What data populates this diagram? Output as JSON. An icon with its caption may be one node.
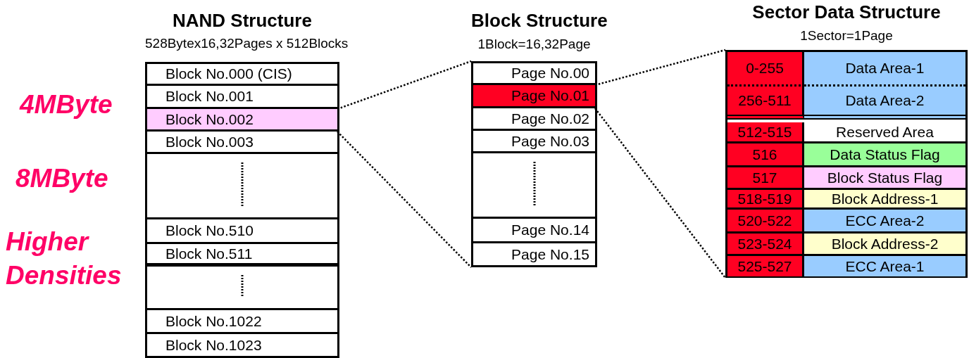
{
  "diagram": {
    "nodes": [
      {
        "text": [
          "NAND Structure",
          "528Bytex16,32Pages x 512Blocks"
        ]
      },
      {
        "text": [
          "Block No.000 (CIS)"
        ],
        "in": 0
      },
      {
        "text": [
          "Block No.001"
        ],
        "in": 0
      },
      {
        "text": [
          "Block No.002"
        ],
        "in": 0
      },
      {
        "text": [
          "Block No.003"
        ],
        "in": 0
      },
      {
        "text": [],
        "shape": "box",
        "in": 0
      },
      {
        "text": [
          "Block No.510"
        ],
        "in": 0
      },
      {
        "text": [
          "Block No.511"
        ],
        "in": 0
      },
      {
        "text": [],
        "shape": "box",
        "in": 0
      },
      {
        "text": [
          "Block No.1022"
        ],
        "in": 0
      },
      {
        "text": [
          "Block No.1023"
        ],
        "in": 0
      },
      {
        "text": [
          "Block Structure",
          "1Block=16,32Page"
        ]
      },
      {
        "text": [
          "Page No.00"
        ],
        "in": 11
      },
      {
        "text": [
          "Page No.01"
        ],
        "in": 11
      },
      {
        "text": [
          "Page No.02"
        ],
        "in": 11
      },
      {
        "text": [
          "Page No.03"
        ],
        "in": 11
      },
      {
        "text": [],
        "shape": "box",
        "in": 11
      },
      {
        "text": [
          "Page No.14"
        ],
        "in": 11
      },
      {
        "text": [
          "Page No.15"
        ],
        "in": 11
      },
      {
        "text": [
          "Sector Data Structure",
          "1Sector=1Page"
        ]
      },
      {
        "text": [
          "0-255"
        ],
        "in": 19
      },
      {
        "text": [
          "Data Area-1"
        ],
        "in": 19
      },
      {
        "text": [
          "256-511"
        ],
        "in": 19
      },
      {
        "text": [
          "Data Area-2"
        ],
        "in": 19
      },
      {
        "text": [
          "512-515"
        ],
        "in": 19
      },
      {
        "text": [
          "Reserved Area"
        ],
        "in": 19
      },
      {
        "text": [
          "516"
        ],
        "in": 19
      },
      {
        "text": [
          "Data Status Flag"
        ],
        "in": 19
      },
      {
        "text": [
          "517"
        ],
        "in": 19
      },
      {
        "text": [
          "Block Status Flag"
        ],
        "in": 19
      },
      {
        "text": [
          "518-519"
        ],
        "in": 19
      },
      {
        "text": [
          "Block Address-1"
        ],
        "in": 19
      },
      {
        "text": [
          "520-522"
        ],
        "in": 19
      },
      {
        "text": [
          "ECC Area-2"
        ],
        "in": 19
      },
      {
        "text": [
          "523-524"
        ],
        "in": 19
      },
      {
        "text": [
          "Block Address-2"
        ],
        "in": 19
      },
      {
        "text": [
          "525-527"
        ],
        "in": 19
      },
      {
        "text": [
          "ECC Area-1"
        ],
        "in": 19
      }
    ],
    "edges": [
      {
        "from": 3,
        "to": 11,
        "arrow": "none",
        "style": "dashed"
      },
      {
        "from": 3,
        "to": 11,
        "arrow": "none",
        "style": "dashed"
      },
      {
        "from": 13,
        "to": 19,
        "arrow": "none",
        "style": "dashed"
      },
      {
        "from": 13,
        "to": 19,
        "arrow": "none",
        "style": "dashed"
      }
    ],
    "labels": [
      "4MByte",
      "8MByte",
      "Higher Densities"
    ]
  }
}
